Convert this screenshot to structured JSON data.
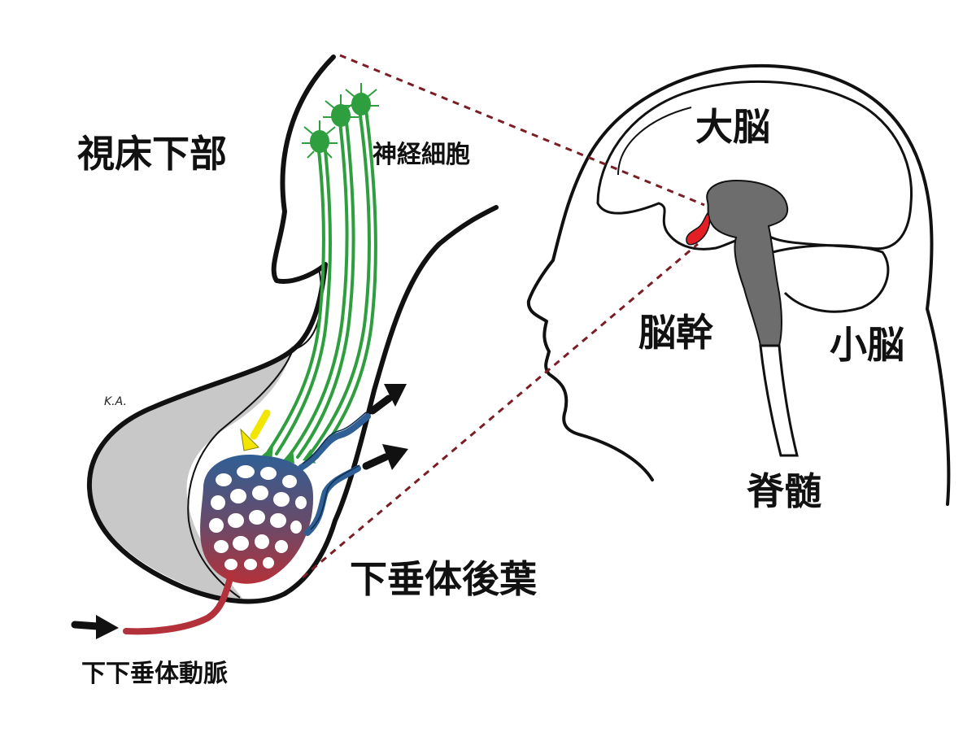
{
  "labels": {
    "hypothalamus": "視床下部",
    "neurons": "神経細胞",
    "cerebrum": "大脳",
    "brainstem": "脳幹",
    "cerebellum": "小脳",
    "spinal_cord": "脊髄",
    "posterior_pituitary": "下垂体後葉",
    "inferior_hypophyseal_artery": "下下垂体動脈"
  },
  "signature": "K.A.",
  "colors": {
    "neuron": "#2e9e3e",
    "artery": "#b3313a",
    "vein": "#2f5f95",
    "highlight": "#e31f26",
    "brain_gray": "#6d6d6d",
    "tissue_gray": "#c8c8c8",
    "zoom_line": "#7a1d25",
    "yellow_arrow": "#f2e600",
    "outline": "#111111"
  },
  "icons": [
    "arrow-right-icon",
    "arrow-down-icon"
  ]
}
